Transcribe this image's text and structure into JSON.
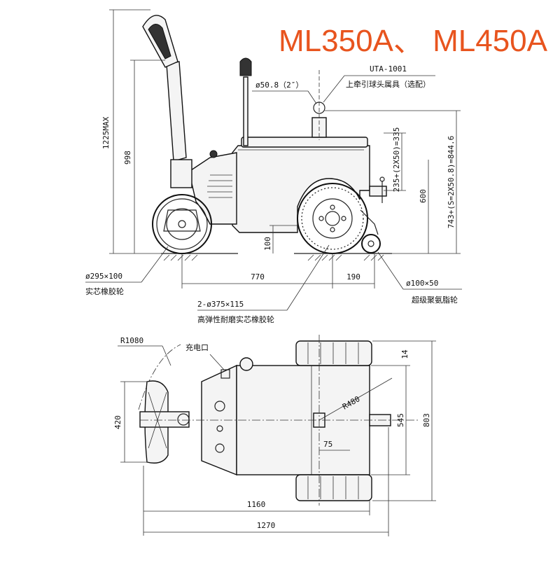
{
  "title": "ML350A、 ML450A",
  "colors": {
    "title": "#e8541e",
    "line": "#222222"
  },
  "side_view": {
    "dims": {
      "overall_height": "1225MAX",
      "handle_height": "998",
      "ground_clearance": "100",
      "wheelbase_front": "770",
      "wheelbase_rear": "190",
      "hitch_range": "235+(2X50)=335",
      "hitch_height": "600",
      "hitch_top": "743+(S=2X50.8)=844.6",
      "ball_dia": "ø50.8（2″）"
    },
    "labels": {
      "hitch_model": "UTA-1001",
      "hitch_desc": "上牵引球头属具（选配）",
      "front_wheel_size": "ø295×100",
      "front_wheel_desc": "实芯橡胶轮",
      "drive_wheel_size": "2-ø375×115",
      "drive_wheel_desc": "高弹性耐磨实芯橡胶轮",
      "caster_size": "ø100×50",
      "caster_desc": "超级聚氨脂轮"
    }
  },
  "top_view": {
    "dims": {
      "turn_radius": "R1080",
      "width_handle": "420",
      "inner_radius": "R480",
      "hitch_offset": "75",
      "track_width": "545",
      "overall_width": "803",
      "wheel_overhang": "14",
      "length_body": "1160",
      "length_overall": "1270"
    },
    "labels": {
      "charging_port": "充电口"
    }
  }
}
